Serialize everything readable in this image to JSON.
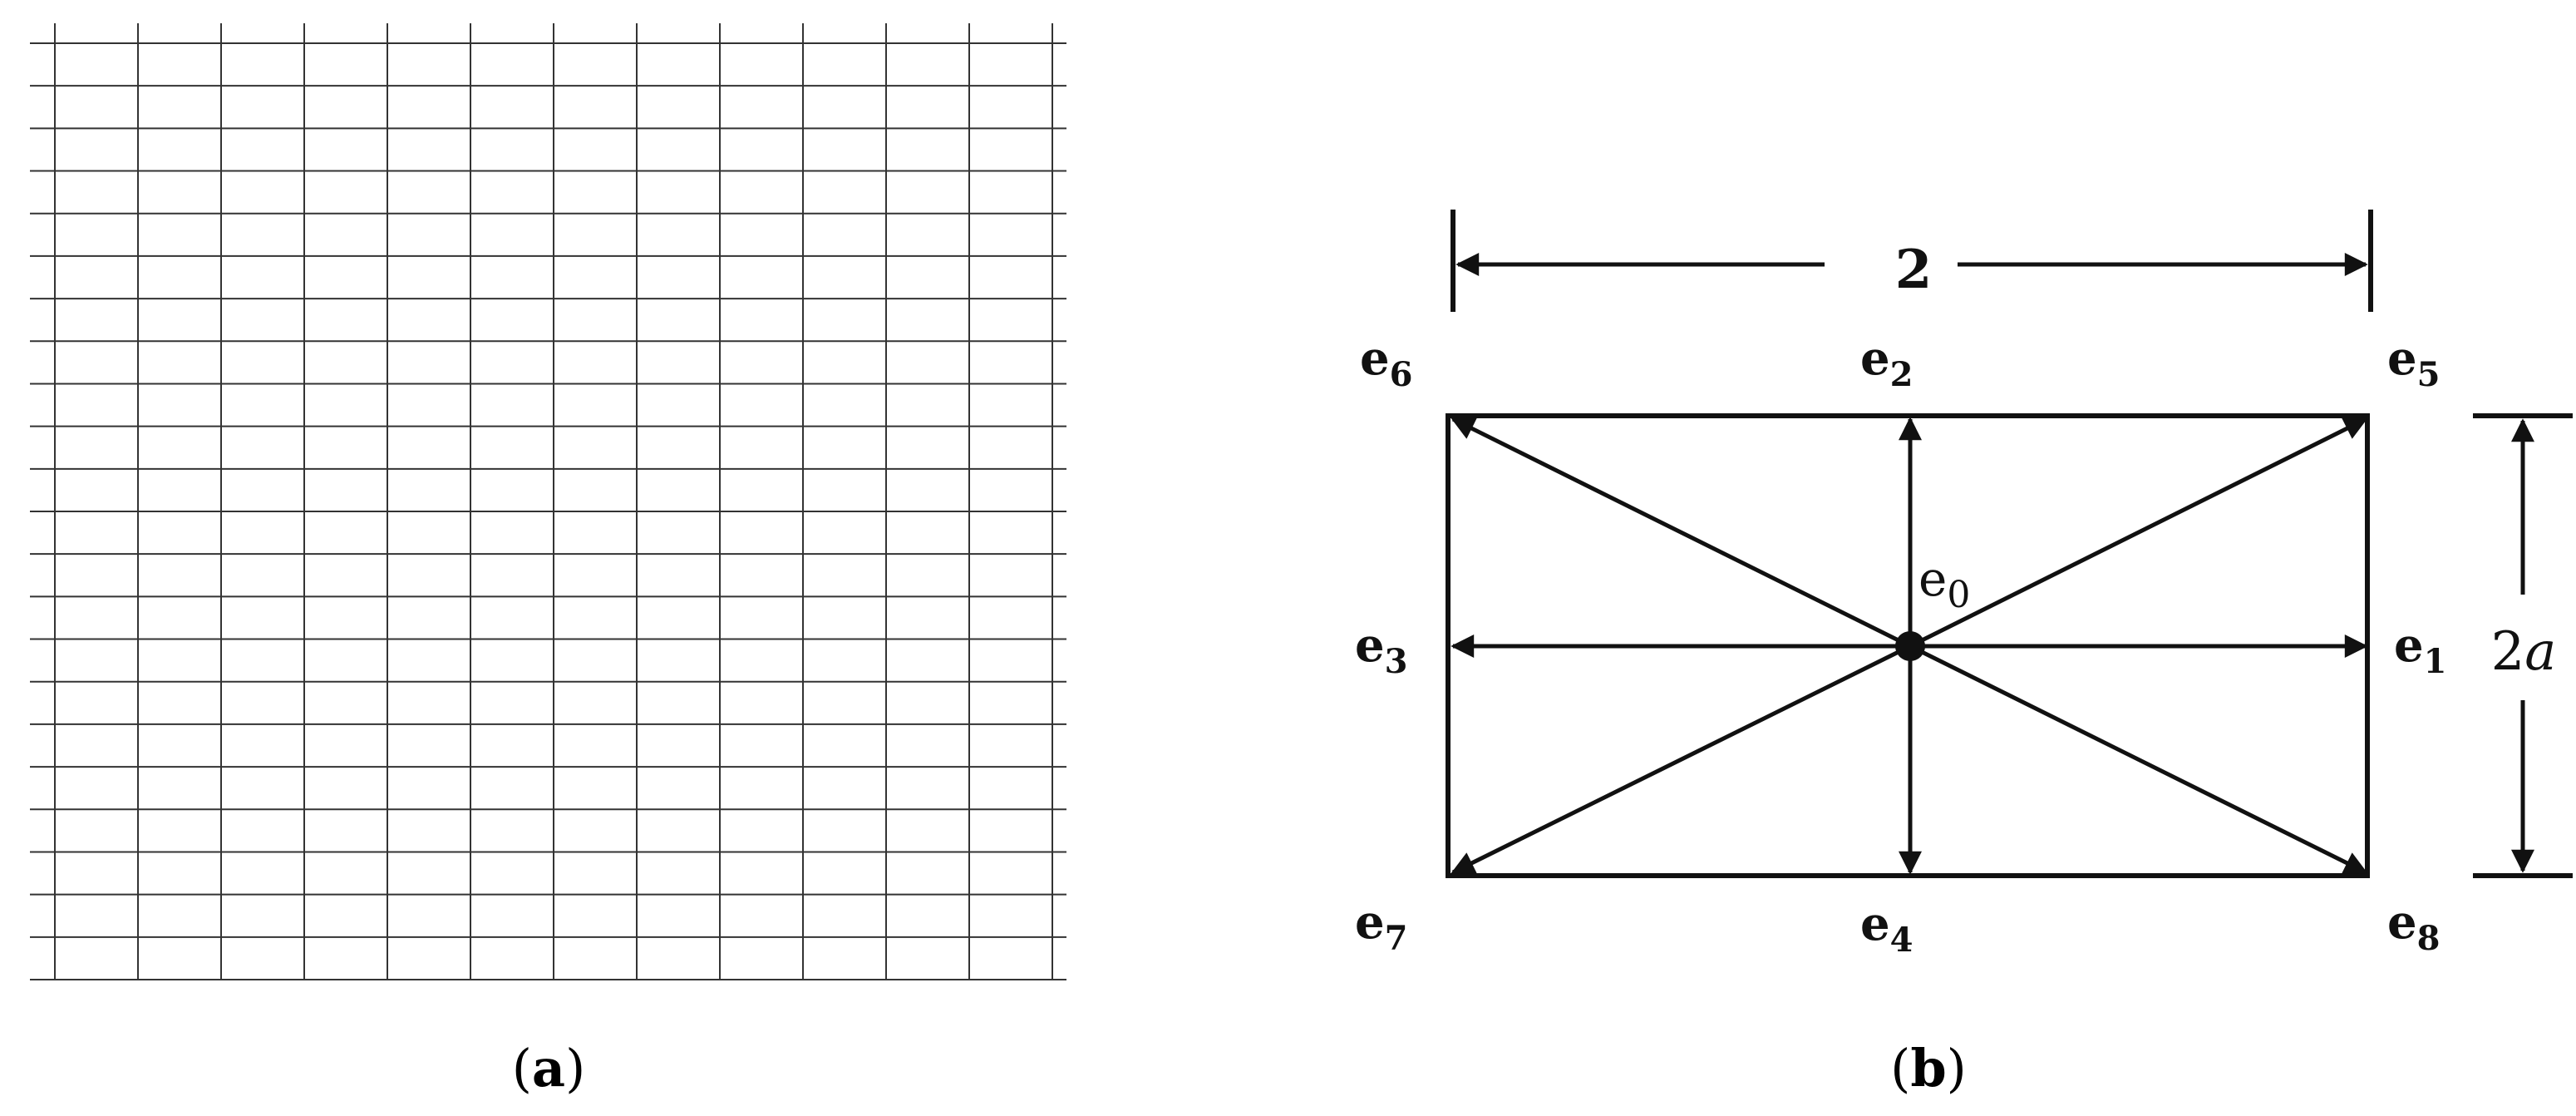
{
  "panel_a": {
    "caption_open": "(",
    "caption_letter": "a",
    "caption_close": ")",
    "grid_columns": 12,
    "grid_rows": 23
  },
  "panel_b": {
    "caption_open": "(",
    "caption_letter": "b",
    "caption_close": ")",
    "width_label": "2",
    "height_label_num": "2",
    "height_label_var": "a",
    "vectors": [
      {
        "base": "e",
        "index": "0"
      },
      {
        "base": "e",
        "index": "1"
      },
      {
        "base": "e",
        "index": "2"
      },
      {
        "base": "e",
        "index": "3"
      },
      {
        "base": "e",
        "index": "4"
      },
      {
        "base": "e",
        "index": "5"
      },
      {
        "base": "e",
        "index": "6"
      },
      {
        "base": "e",
        "index": "7"
      },
      {
        "base": "e",
        "index": "8"
      }
    ]
  }
}
